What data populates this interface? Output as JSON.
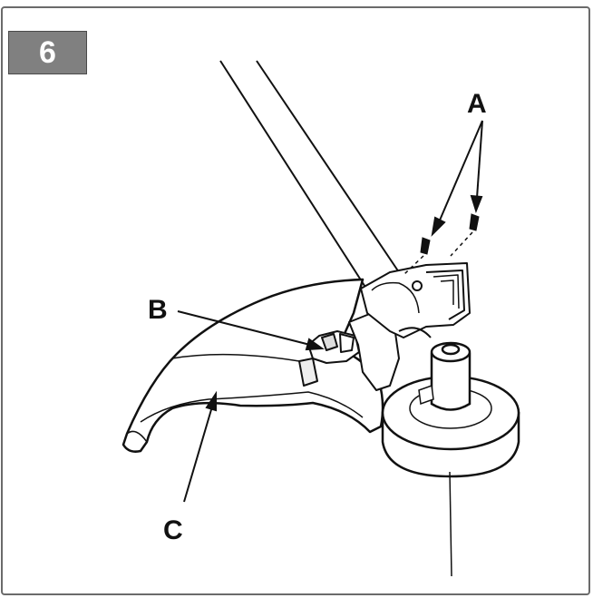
{
  "step": {
    "number": "6"
  },
  "callouts": {
    "a": "A",
    "b": "B",
    "c": "C"
  },
  "colors": {
    "frame": "#6b6b6b",
    "badge": "#808080",
    "line": "#111111",
    "shade": "#e6e6e6"
  }
}
